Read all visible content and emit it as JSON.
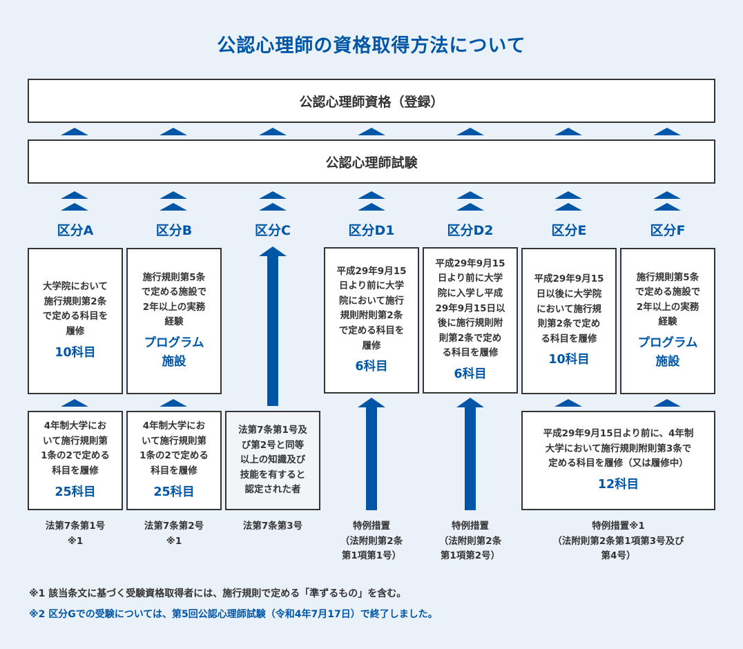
{
  "title": "公認心理師の資格取得方法について",
  "qualification": "公認心理師資格（登録）",
  "exam": "公認心理師試験",
  "categories": {
    "A": "区分A",
    "B": "区分B",
    "C": "区分C",
    "D1": "区分D1",
    "D2": "区分D2",
    "E": "区分E",
    "F": "区分F"
  },
  "upper": {
    "A": {
      "l1": "大学院において",
      "l2": "施行規則第2条",
      "l3": "で定める科目を",
      "l4": "履修",
      "hl": "10科目"
    },
    "B": {
      "l1": "施行規則第5条",
      "l2": "で定める施設で",
      "l3": "2年以上の実務",
      "l4": "経験",
      "hl1": "プログラム",
      "hl2": "施設"
    },
    "D1": {
      "l1": "平成29年9月15",
      "l2": "日より前に大学",
      "l3": "院において施行",
      "l4": "規則附則第2条",
      "l5": "で定める科目を",
      "l6": "履修",
      "hl": "6科目"
    },
    "D2": {
      "l1": "平成29年9月15",
      "l2": "日より前に大学",
      "l3": "院に入学し平成",
      "l4": "29年9月15日以",
      "l5": "後に施行規則附",
      "l6": "則第2条で定め",
      "l7": "る科目を履修",
      "hl": "6科目"
    },
    "E": {
      "l1": "平成29年9月15",
      "l2": "日以後に大学院",
      "l3": "において施行規",
      "l4": "則第2条で定め",
      "l5": "る科目を履修",
      "hl": "10科目"
    },
    "F": {
      "l1": "施行規則第5条",
      "l2": "で定める施設で",
      "l3": "2年以上の実務",
      "l4": "経験",
      "hl1": "プログラム",
      "hl2": "施設"
    }
  },
  "lower": {
    "A": {
      "l1": "4年制大学にお",
      "l2": "いて施行規則第",
      "l3": "1条の2で定める",
      "l4": "科目を履修",
      "hl": "25科目"
    },
    "B": {
      "l1": "4年制大学にお",
      "l2": "いて施行規則第",
      "l3": "1条の2で定める",
      "l4": "科目を履修",
      "hl": "25科目"
    },
    "C": {
      "l1": "法第7条第1号及",
      "l2": "び第2号と同等",
      "l3": "以上の知識及び",
      "l4": "技能を有すると",
      "l5": "認定された者"
    },
    "EF": {
      "l1": "平成29年9月15日より前に、4年制",
      "l2": "大学において施行規則附則第3条で",
      "l3": "定める科目を履修（又は履修中）",
      "hl": "12科目"
    }
  },
  "footers": {
    "A": {
      "l1": "法第7条第1号",
      "l2": "※1"
    },
    "B": {
      "l1": "法第7条第2号",
      "l2": "※1"
    },
    "C": {
      "l1": "法第7条第3号"
    },
    "D1": {
      "l1": "特例措置",
      "l2": "（法附則第2条",
      "l3": "第1項第1号）"
    },
    "D2": {
      "l1": "特例措置",
      "l2": "（法附則第2条",
      "l3": "第1項第2号）"
    },
    "EF": {
      "l1": "特例措置※1",
      "l2": "（法附則第2条第1項第3号及び",
      "l3": "第4号）"
    }
  },
  "notes": {
    "n1": "※1 該当条文に基づく受験資格取得者には、施行規則で定める「準ずるもの」を含む。",
    "n2": "※2 区分Gでの受験については、第5回公認心理師試験（令和4年7月17日）で終了しました。"
  },
  "colors": {
    "accent": "#0056a6",
    "background": "#ebf1f9",
    "border": "#333333"
  }
}
